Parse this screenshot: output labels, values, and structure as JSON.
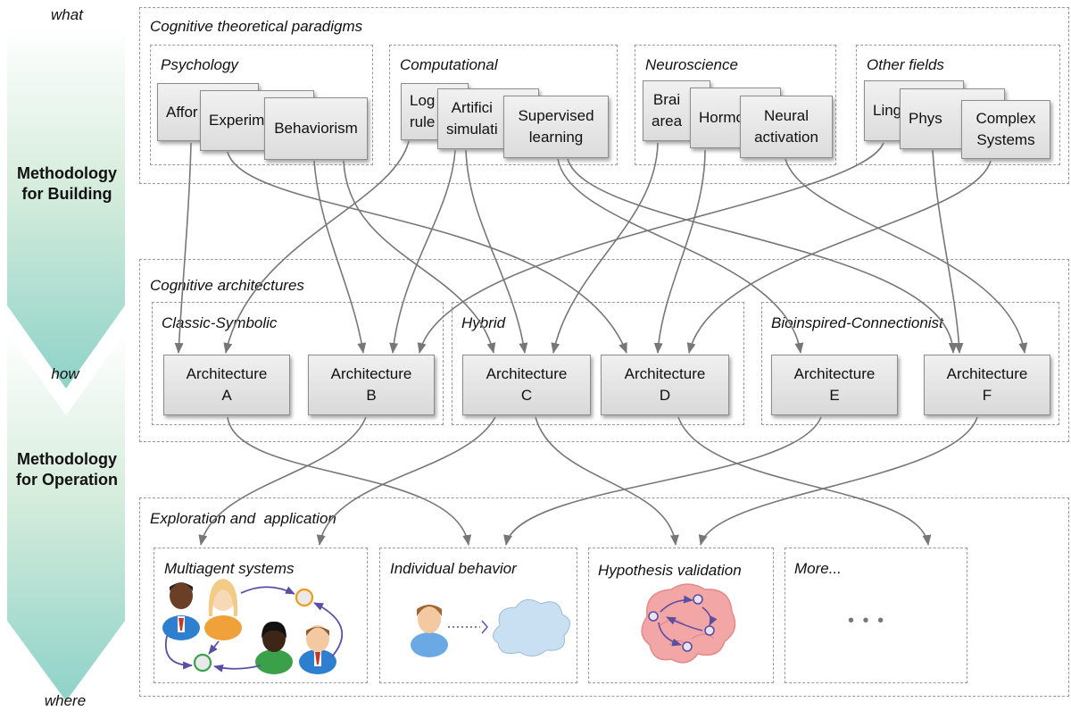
{
  "side": {
    "what": "what",
    "how": "how",
    "where": "where",
    "building": "Methodology\nfor Building",
    "operation": "Methodology\nfor Operation"
  },
  "paradigms": {
    "title": "Cognitive theoretical paradigms",
    "groups": [
      {
        "title": "Psychology",
        "items": [
          "Affor",
          "Experim",
          "Behaviorism"
        ]
      },
      {
        "title": "Computational",
        "items": [
          "Log\nrule",
          "Artifici\nsimulati",
          "Supervised\nlearning"
        ]
      },
      {
        "title": "Neuroscience",
        "items": [
          "Brai\narea",
          "Hormo",
          "Neural\nactivation"
        ]
      },
      {
        "title": "Other fields",
        "items": [
          "Ling",
          "Phys",
          "Complex\nSystems"
        ]
      }
    ]
  },
  "architectures": {
    "title": "Cognitive architectures",
    "groups": [
      "Classic-Symbolic",
      "Hybrid",
      "Bioinspired-Connectionist"
    ],
    "items": [
      {
        "line1": "Architecture",
        "line2": "A"
      },
      {
        "line1": "Architecture",
        "line2": "B"
      },
      {
        "line1": "Architecture",
        "line2": "C"
      },
      {
        "line1": "Architecture",
        "line2": "D"
      },
      {
        "line1": "Architecture",
        "line2": "E"
      },
      {
        "line1": "Architecture",
        "line2": "F"
      }
    ]
  },
  "exploration": {
    "title": "Exploration and  application",
    "boxes": [
      "Multiagent systems",
      "Individual behavior",
      "Hypothesis validation",
      "More..."
    ],
    "ellipsis": "• • •"
  },
  "colors": {
    "arrow": "#777777",
    "dashed_border": "#9a9a9a",
    "card_fill": "#e4e4e4",
    "left_arrow_top": "#ffffff",
    "left_arrow_mid": "#cde9d8",
    "left_arrow_bottom": "#8ed2c8",
    "graph_node_outline": "#5b4fa3",
    "cloud": "#c9dff2"
  }
}
